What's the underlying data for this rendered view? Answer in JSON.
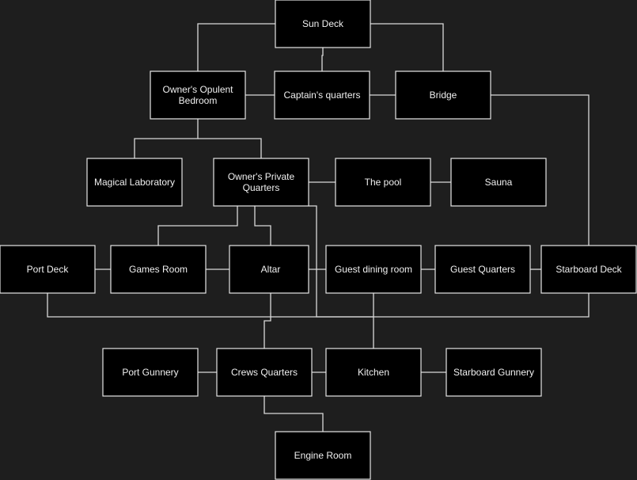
{
  "colors": {
    "background": "#1e1e1e",
    "room_fill": "#000000",
    "room_border": "#e6e6e6",
    "text": "#f0f0f0",
    "connector": "#d9d9d9"
  },
  "rooms": {
    "sun_deck": [
      "Sun Deck"
    ],
    "owners_bedroom": [
      "Owner's Opulent",
      "Bedroom"
    ],
    "captains_quarters": [
      "Captain's quarters"
    ],
    "bridge": [
      "Bridge"
    ],
    "magical_laboratory": [
      "Magical Laboratory"
    ],
    "owners_private_quarters": [
      "Owner's Private",
      "Quarters"
    ],
    "the_pool": [
      "The pool"
    ],
    "sauna": [
      "Sauna"
    ],
    "port_deck": [
      "Port Deck"
    ],
    "games_room": [
      "Games Room"
    ],
    "altar": [
      "Altar"
    ],
    "guest_dining_room": [
      "Guest dining room"
    ],
    "guest_quarters": [
      "Guest Quarters"
    ],
    "starboard_deck": [
      "Starboard Deck"
    ],
    "port_gunnery": [
      "Port Gunnery"
    ],
    "crews_quarters": [
      "Crews Quarters"
    ],
    "kitchen": [
      "Kitchen"
    ],
    "starboard_gunnery": [
      "Starboard Gunnery"
    ],
    "engine_room": [
      "Engine Room"
    ]
  }
}
